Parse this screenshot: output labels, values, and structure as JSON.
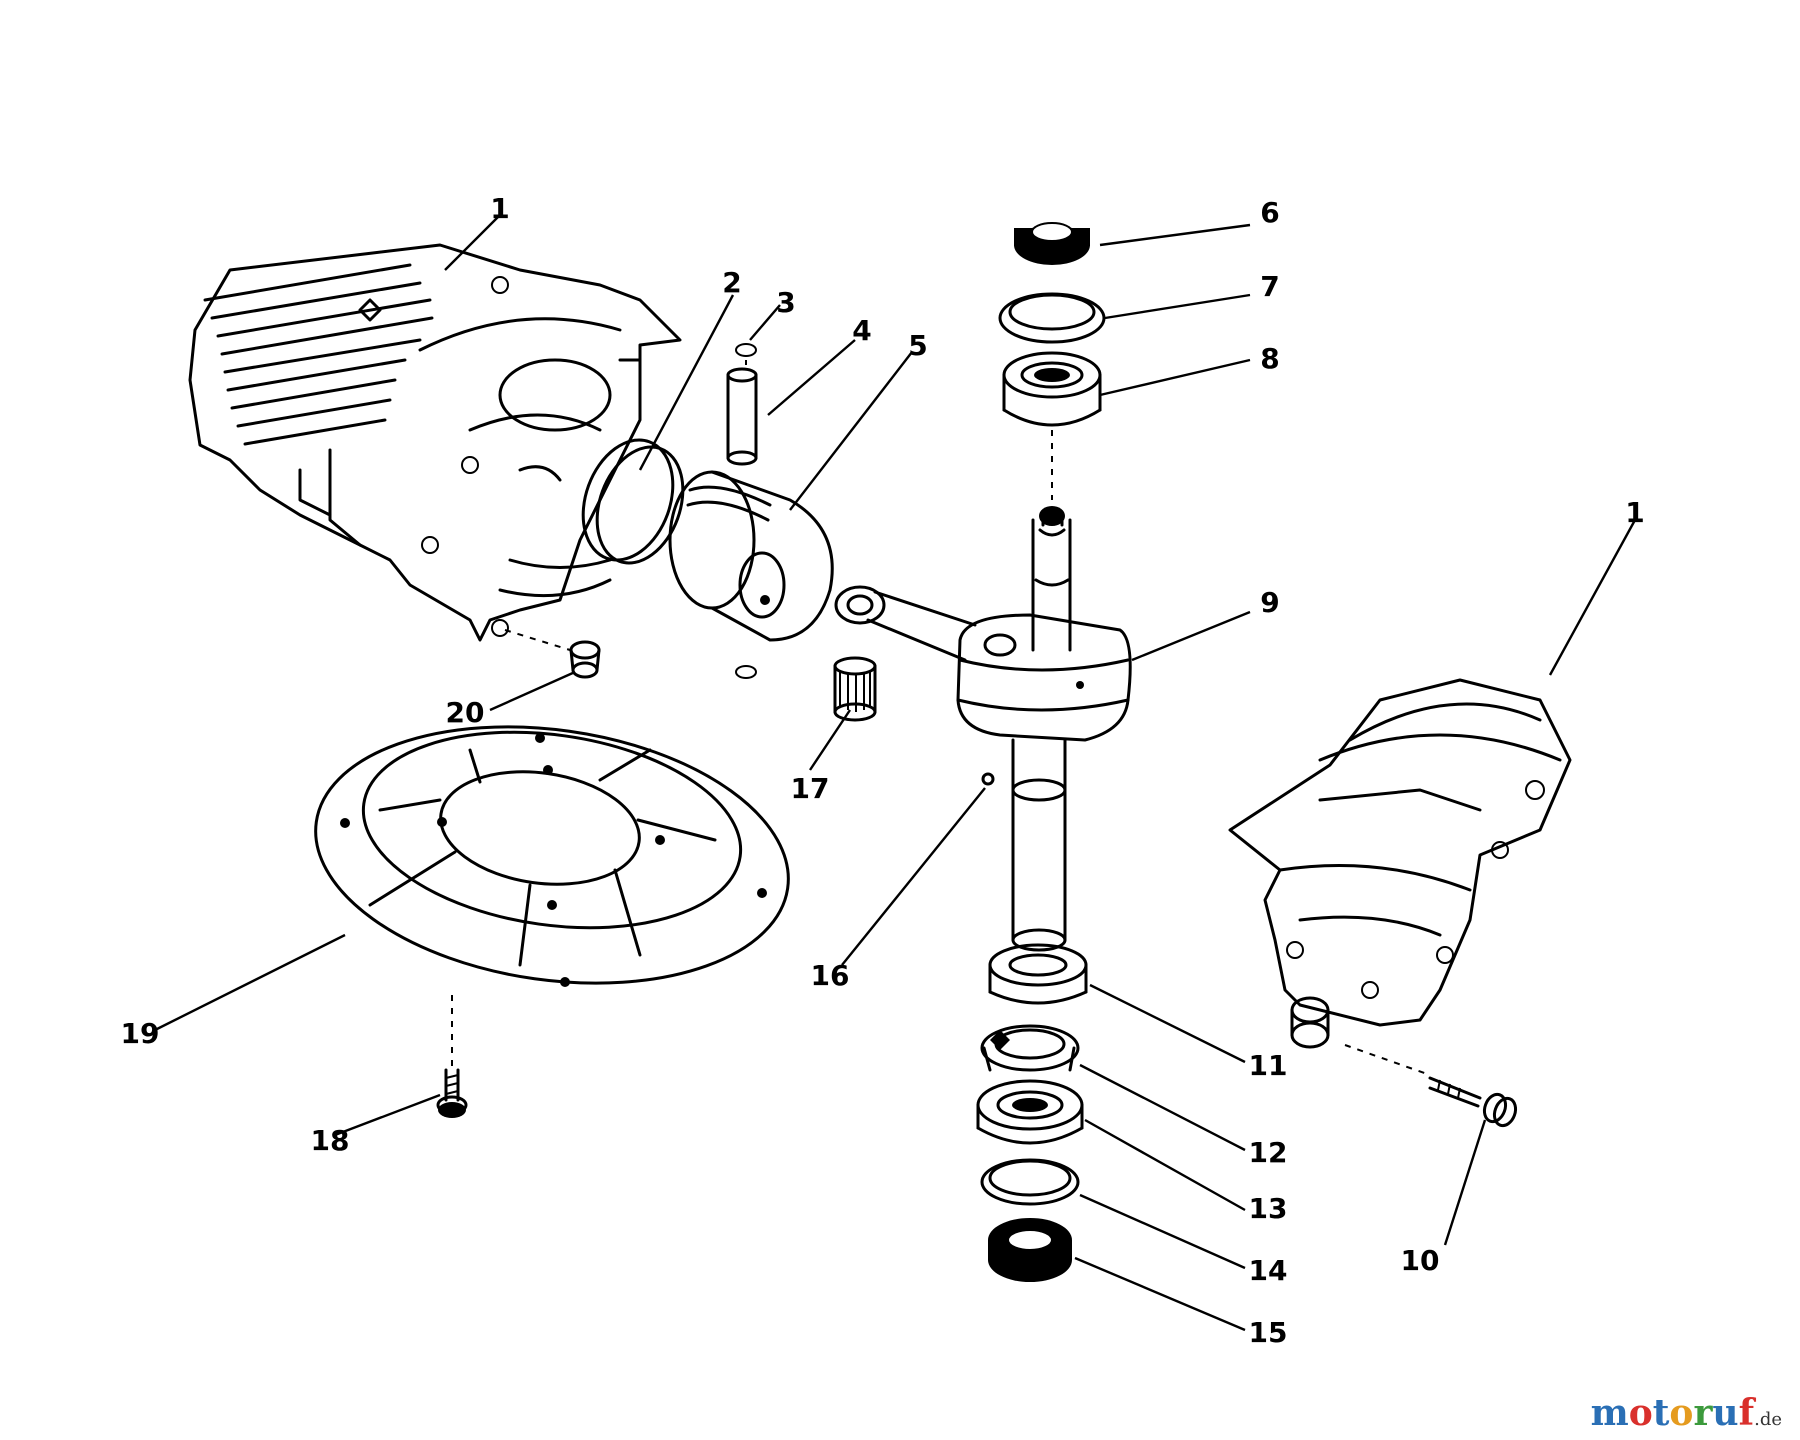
{
  "callouts": {
    "c1a": "1",
    "c1b": "1",
    "c2": "2",
    "c3": "3",
    "c4": "4",
    "c5": "5",
    "c6": "6",
    "c7": "7",
    "c8": "8",
    "c9": "9",
    "c10": "10",
    "c11": "11",
    "c12": "12",
    "c13": "13",
    "c14": "14",
    "c15": "15",
    "c16": "16",
    "c17": "17",
    "c18": "18",
    "c19": "19",
    "c20": "20"
  },
  "watermark": {
    "letters": [
      "m",
      "o",
      "t",
      "o",
      "r",
      "u",
      "f"
    ],
    "letter_colors": [
      "#2a6fb5",
      "#d9302c",
      "#2a6fb5",
      "#e59b1f",
      "#3c9a3c",
      "#2a6fb5",
      "#d9302c"
    ],
    "suffix": ".de"
  }
}
